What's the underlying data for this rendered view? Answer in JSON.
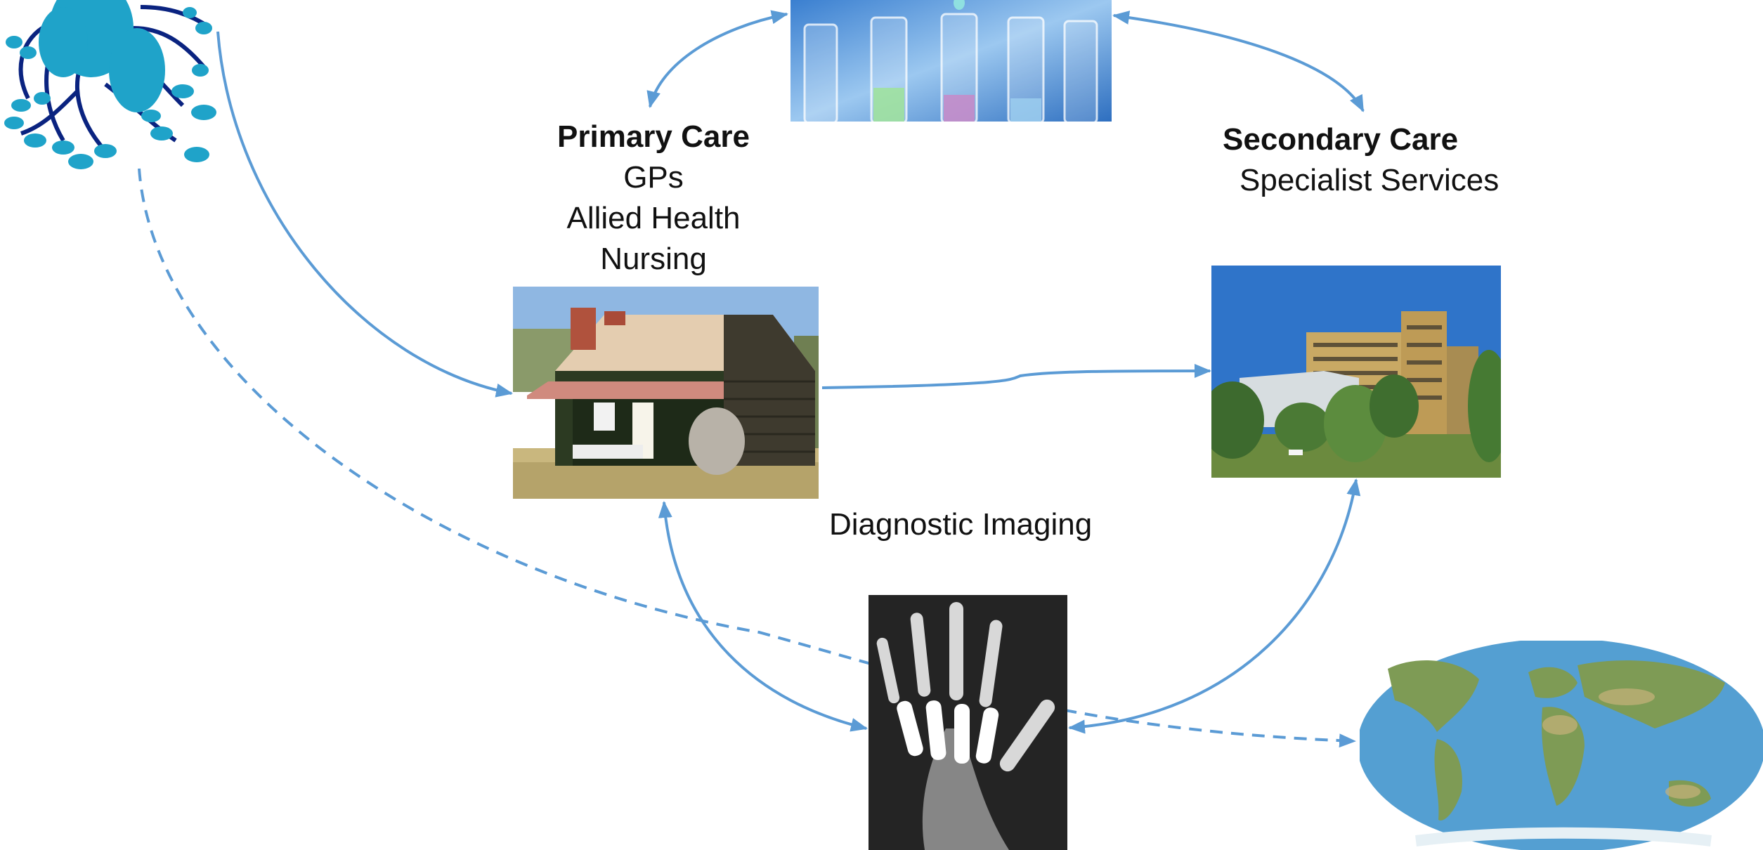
{
  "primary_care": {
    "title": "Primary Care",
    "lines": [
      "GPs",
      "Allied Health",
      "Nursing"
    ]
  },
  "secondary_care": {
    "title": "Secondary Care",
    "line": "Specialist Services"
  },
  "diagnostic_imaging": {
    "label": "Diagnostic Imaging"
  },
  "colors": {
    "arrow": "#5B9BD5",
    "bacteria": "#1FA3C9",
    "bacteria_dark": "#0A2380",
    "sky": "#6FA8DC",
    "ocean": "#3E8FC7"
  },
  "icons": {
    "bacteria": "bacteria-illustration",
    "test_tubes": "test-tubes-photo",
    "house": "rural-house-photo",
    "hospital": "hospital-building-photo",
    "xray": "hand-xray-photo",
    "world_map": "world-map-illustration"
  }
}
